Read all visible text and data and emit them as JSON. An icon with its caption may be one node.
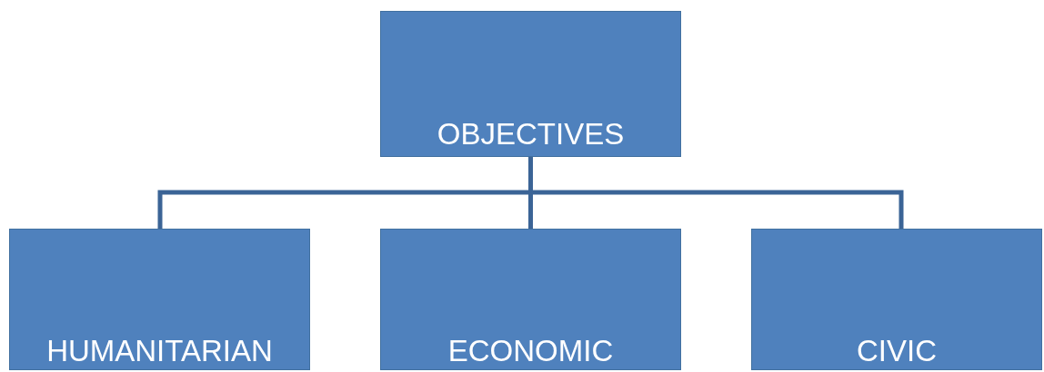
{
  "diagram": {
    "nodes": [
      {
        "text": [
          "OBJECTIVES"
        ]
      },
      {
        "text": [
          "HUMANITARIAN"
        ]
      },
      {
        "text": [
          "ECONOMIC"
        ]
      },
      {
        "text": [
          "CIVIC"
        ]
      }
    ],
    "edges": [
      {
        "from": 0,
        "to": 1,
        "arrow": "none"
      },
      {
        "from": 0,
        "to": 2,
        "arrow": "none"
      },
      {
        "from": 0,
        "to": 3,
        "arrow": "none"
      }
    ]
  }
}
